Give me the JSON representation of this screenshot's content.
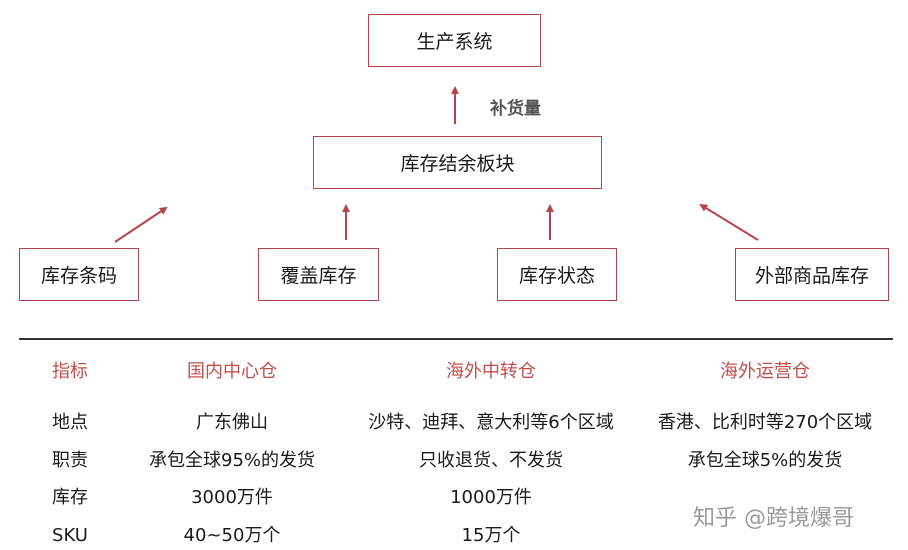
{
  "diagram": {
    "top_node": "生产系统",
    "flow_label": "补货量",
    "middle_node": "库存结余板块",
    "source_nodes": [
      "库存条码",
      "覆盖库存",
      "库存状态",
      "外部商品库存"
    ]
  },
  "table": {
    "headers": [
      "指标",
      "国内中心仓",
      "海外中转仓",
      "海外运营仓"
    ],
    "rows": [
      [
        "地点",
        "广东佛山",
        "沙特、迪拜、意大利等6个区域",
        "香港、比利时等270个区域"
      ],
      [
        "职责",
        "承包全球95%的发货",
        "只收退货、不发货",
        "承包全球5%的发货"
      ],
      [
        "库存",
        "3000万件",
        "1000万件",
        ""
      ],
      [
        "SKU",
        "40~50万个",
        "15万个",
        ""
      ]
    ]
  },
  "watermark": "知乎 @跨境爆哥",
  "colors": {
    "accent": "#c0504d",
    "border": "#b5454a",
    "arrow": "#b5454a"
  }
}
